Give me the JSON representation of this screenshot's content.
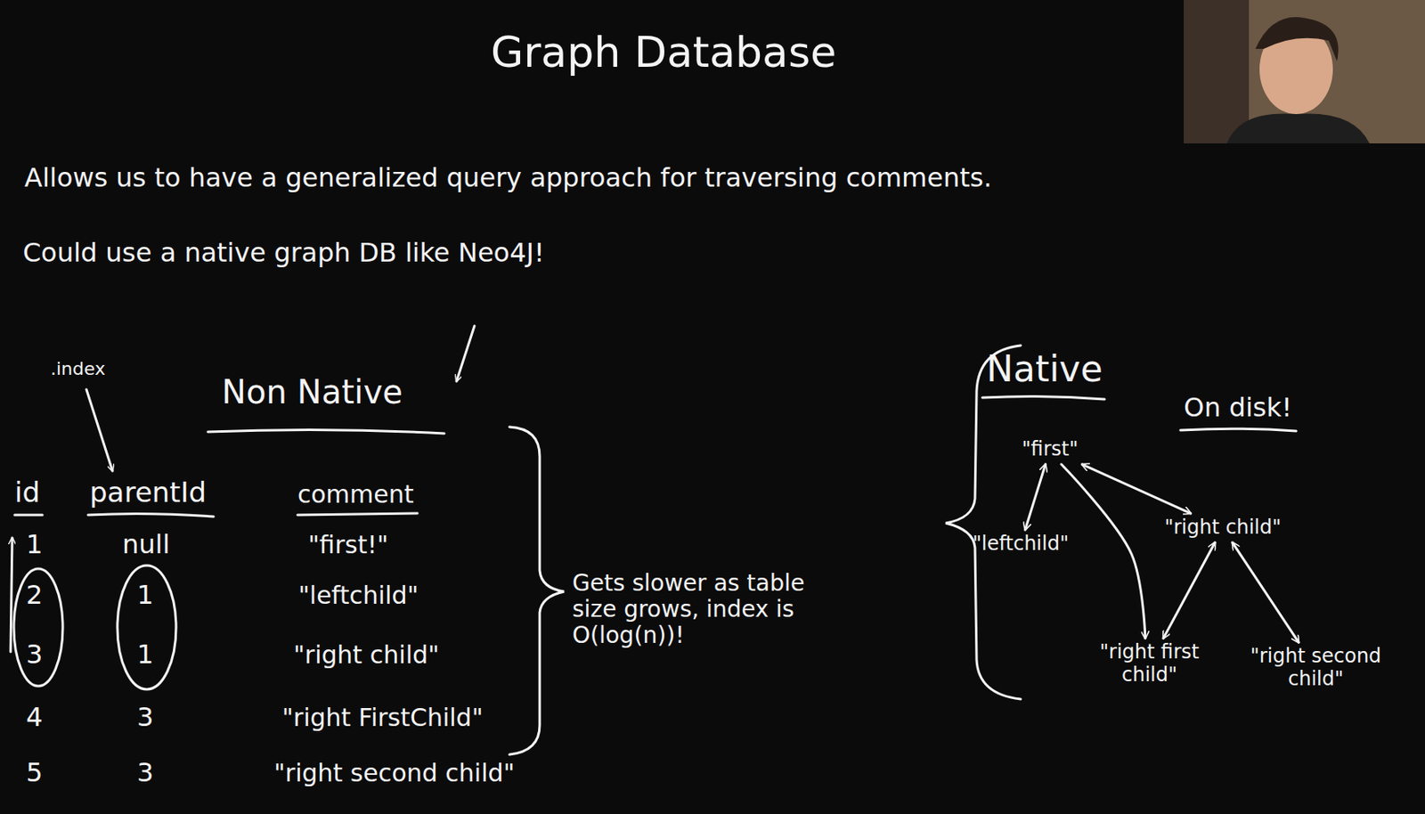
{
  "diagram": {
    "title": "Graph Database",
    "nodes": [
      {
        "text": [
          "\"first\""
        ]
      },
      {
        "text": [
          "\"leftchild\""
        ]
      },
      {
        "text": [
          "\"right child\""
        ]
      },
      {
        "text": [
          "\"right first child\""
        ]
      },
      {
        "text": [
          "\"right second child\""
        ]
      }
    ],
    "edges": [
      {
        "from": 0,
        "to": 1,
        "arrow": "both"
      },
      {
        "from": 0,
        "to": 2,
        "arrow": "both"
      },
      {
        "from": 0,
        "to": 3,
        "arrow": "to"
      },
      {
        "from": 2,
        "to": 3,
        "arrow": "both"
      },
      {
        "from": 2,
        "to": 4,
        "arrow": "both"
      }
    ],
    "labels": [
      "Allows us to have a generalized query approach for traversing comments.",
      "Could use a native graph DB like Neo4J!",
      ".index",
      "Non Native",
      "id",
      "parentId",
      "comment",
      "1",
      "null",
      "\"first!\"",
      "2",
      "1",
      "\"leftchild\"",
      "3",
      "1",
      "\"right child\"",
      "4",
      "3",
      "\"right FirstChild\"",
      "5",
      "3",
      "\"right second child\"",
      "Gets slower as table size grows, index is O(log(n))!",
      "Native",
      "On disk!"
    ]
  }
}
